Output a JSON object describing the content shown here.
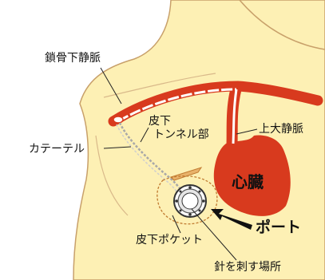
{
  "labels": {
    "subclavian_vein": "鎖骨下静脈",
    "subcutaneous_line1": "皮下",
    "subcutaneous_line2": "トンネル部",
    "superior_vena_cava": "上大静脈",
    "catheter": "カテーテル",
    "heart": "心臓",
    "port": "ポート",
    "subcutaneous_pocket": "皮下ポケット",
    "needle_site": "針を刺す場所"
  },
  "colors": {
    "skin": "#FDF0B4",
    "skin_outline": "#C8A06A",
    "vessel": "#D83A1E",
    "catheter_line": "#999999",
    "leader": "#222222"
  }
}
